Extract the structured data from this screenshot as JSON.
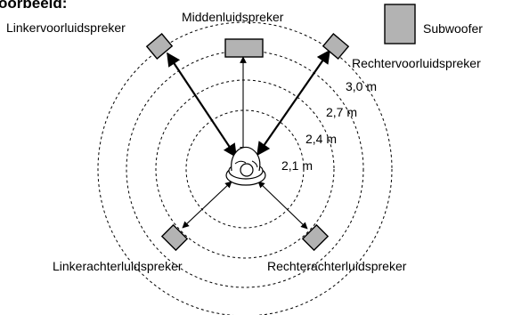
{
  "title": "oorbeeld:",
  "speakers": {
    "front_left": "Linkervoorluidspreker",
    "center": "Middenluidspreker",
    "front_right": "Rechtervoorluidspreker",
    "subwoofer": "Subwoofer",
    "rear_left": "Linkerachterluidspreker",
    "rear_right": "Rechterachterluidspreker"
  },
  "distances": [
    "3,0 m",
    "2,7 m",
    "2,4 m",
    "2,1 m"
  ]
}
